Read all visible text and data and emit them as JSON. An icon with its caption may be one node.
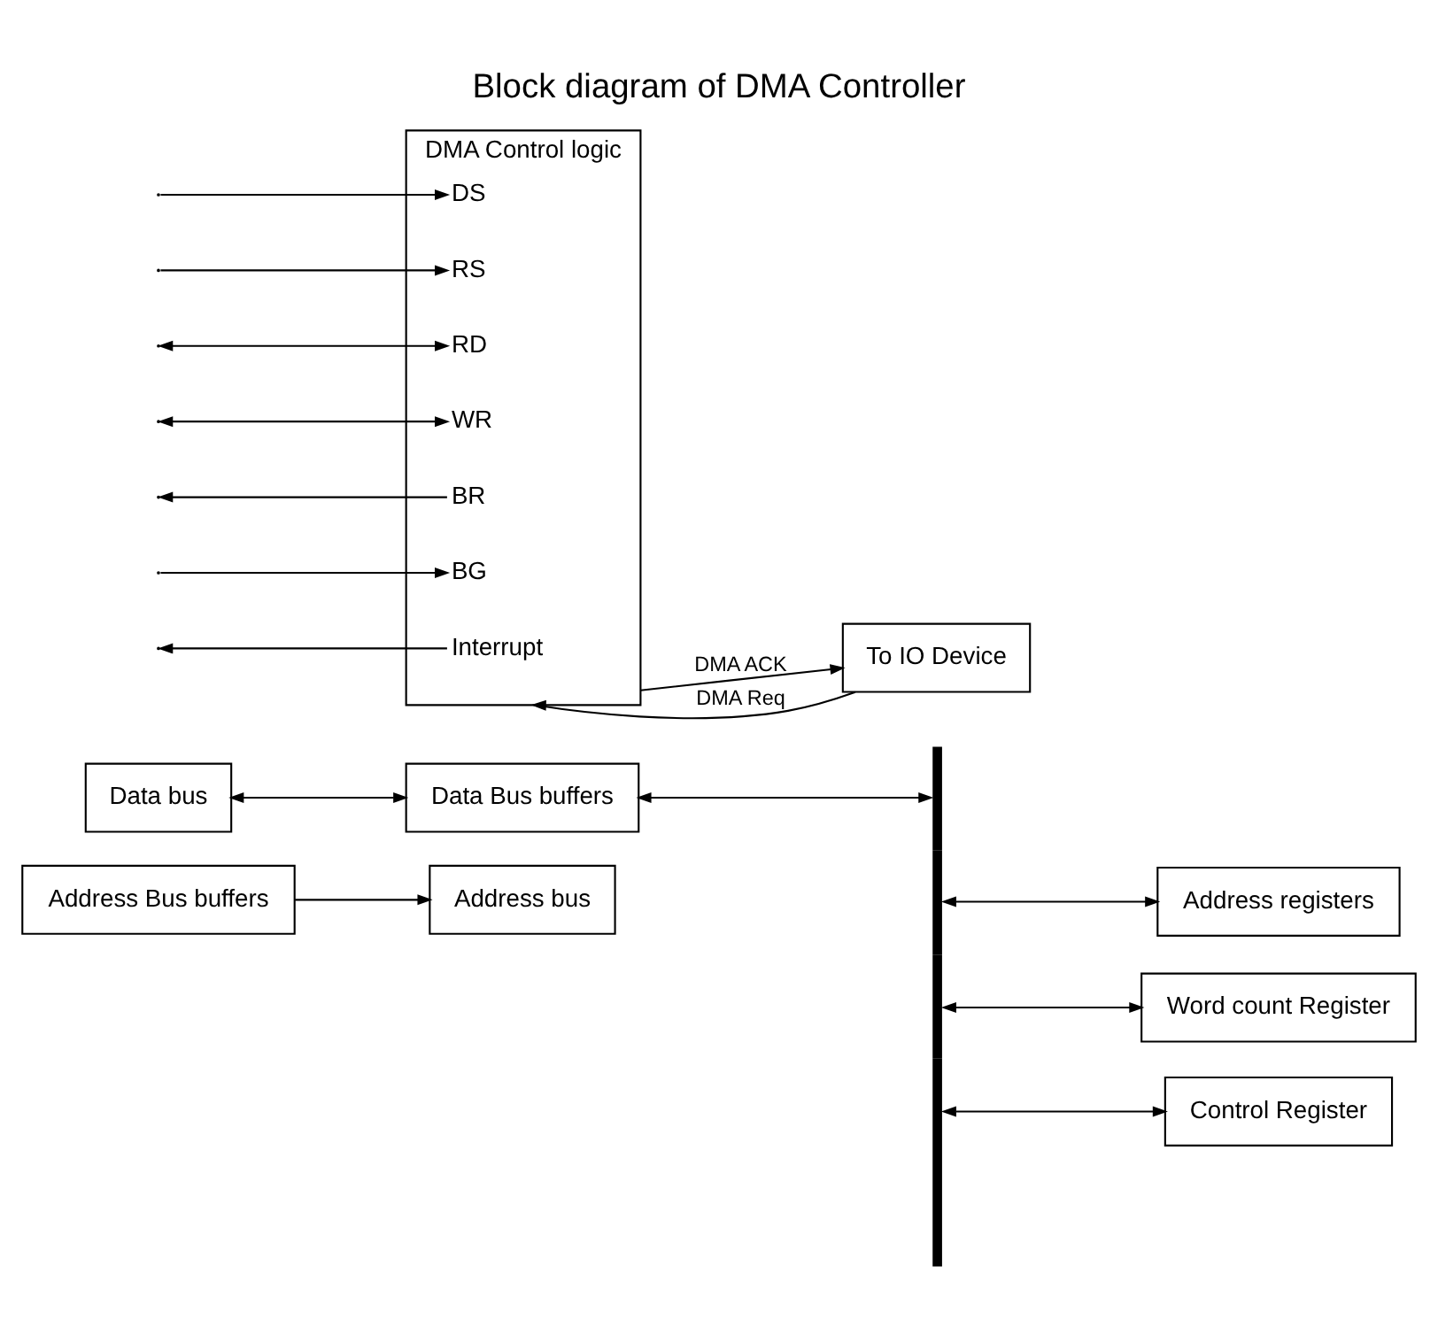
{
  "diagram": {
    "title": "Block diagram of DMA Controller",
    "nodes": [
      {
        "text": [
          "Address bus"
        ]
      },
      {
        "text": [
          "Data bus"
        ]
      },
      {
        "text": [
          "Data Bus buffers"
        ]
      },
      {
        "text": [
          "Address Bus buffers"
        ]
      },
      {
        "text": [],
        "shape": "bar"
      },
      {
        "text": [
          "Address registers"
        ]
      },
      {
        "text": [
          "Word count Register"
        ]
      },
      {
        "text": [
          "Control Register"
        ]
      },
      {
        "text": [
          "DMA Control logic"
        ]
      },
      {
        "text": [
          "DS"
        ],
        "in": 8
      },
      {
        "text": [
          "RS"
        ],
        "in": 8
      },
      {
        "text": [
          "RD"
        ],
        "in": 8
      },
      {
        "text": [
          "WR"
        ],
        "in": 8
      },
      {
        "text": [
          "BR"
        ],
        "in": 8
      },
      {
        "text": [
          "BG"
        ],
        "in": 8
      },
      {
        "text": [
          "Interrupt"
        ],
        "in": 8
      },
      {
        "text": [
          "To IO Device"
        ]
      }
    ],
    "edges": [
      {
        "from": 3,
        "to": 0,
        "arrow": "to"
      },
      {
        "from": 1,
        "to": 2,
        "arrow": "both"
      },
      {
        "from": 2,
        "to": 4,
        "arrow": "both"
      },
      {
        "from": 4,
        "to": 5,
        "arrow": "both"
      },
      {
        "from": 4,
        "to": 6,
        "arrow": "both"
      },
      {
        "from": 4,
        "to": 7,
        "arrow": "both"
      },
      {
        "from": null,
        "to": 9,
        "arrow": "to"
      },
      {
        "from": null,
        "to": 10,
        "arrow": "to"
      },
      {
        "from": null,
        "to": 11,
        "arrow": "both"
      },
      {
        "from": null,
        "to": 12,
        "arrow": "both"
      },
      {
        "from": 13,
        "to": null,
        "arrow": "to"
      },
      {
        "from": null,
        "to": 14,
        "arrow": "to"
      },
      {
        "from": 15,
        "to": null,
        "arrow": "to"
      },
      {
        "from": 16,
        "to": 8,
        "arrow": "to",
        "label": "DMA Req"
      },
      {
        "from": 8,
        "to": 16,
        "arrow": "to",
        "label": "DMA ACK"
      }
    ]
  }
}
